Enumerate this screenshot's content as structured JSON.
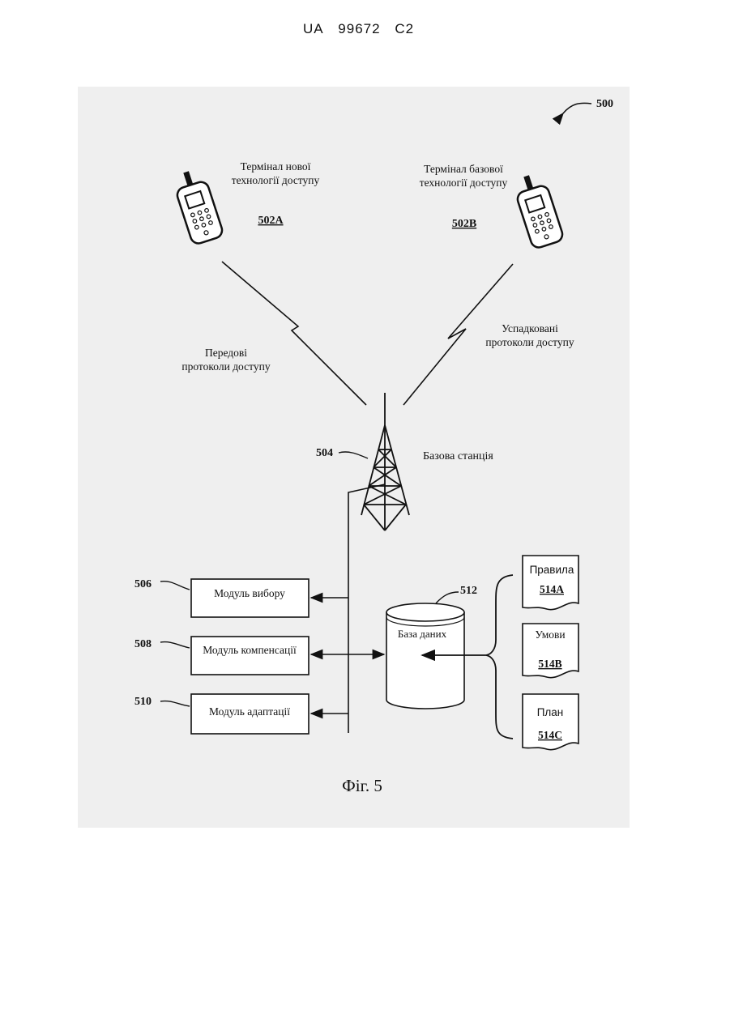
{
  "header": {
    "country": "UA",
    "number": "99672",
    "kind": "C2"
  },
  "diagram": {
    "ref_main": "500",
    "terminal_new": {
      "line1": "Термінал нової",
      "line2": "технології доступу",
      "ref": "502A"
    },
    "terminal_base": {
      "line1": "Термінал базової",
      "line2": "технології доступу",
      "ref": "502B"
    },
    "advanced_protocols": {
      "line1": "Передові",
      "line2": "протоколи доступу"
    },
    "legacy_protocols": {
      "line1": "Успадковані",
      "line2": "протоколи доступу"
    },
    "base_station": {
      "ref": "504",
      "label": "Базова станція"
    },
    "modules": [
      {
        "ref": "506",
        "label": "Модуль вибору"
      },
      {
        "ref": "508",
        "label": "Модуль компенсації"
      },
      {
        "ref": "510",
        "label": "Модуль адаптації"
      }
    ],
    "database": {
      "ref": "512",
      "label": "База даних"
    },
    "docs": [
      {
        "label": "Правила",
        "ref": "514A"
      },
      {
        "label": "Умови",
        "ref": "514B"
      },
      {
        "label": "План",
        "ref": "514C"
      }
    ],
    "caption": "Фіг. 5"
  }
}
